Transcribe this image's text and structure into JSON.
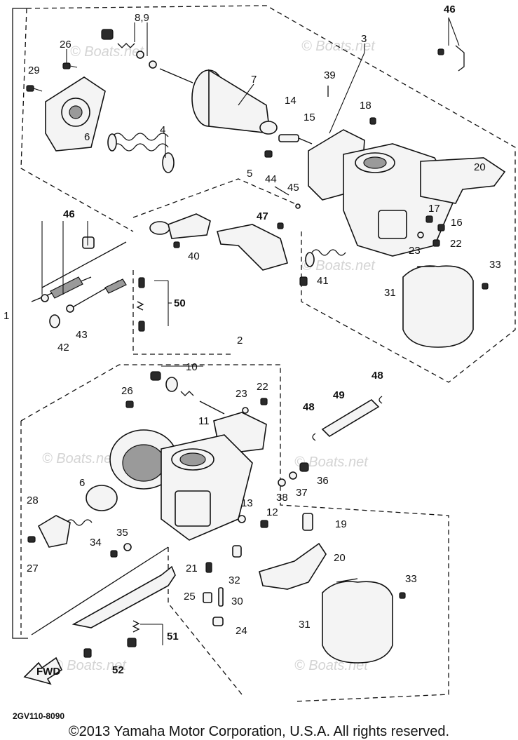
{
  "watermark": "© Boats.net",
  "drawing_code": "2GV110-8090",
  "copyright": "©2013 Yamaha Motor Corporation, U.S.A. All rights reserved.",
  "fwd_label": "FWD",
  "callouts": {
    "c1": "1",
    "c2": "2",
    "c3": "3",
    "c4": "4",
    "c5": "5",
    "c6a": "6",
    "c6b": "6",
    "c7": "7",
    "c89": "8,9",
    "c10": "10",
    "c11": "11",
    "c12": "12",
    "c13": "13",
    "c14": "14",
    "c15": "15",
    "c16": "16",
    "c17": "17",
    "c18": "18",
    "c19": "19",
    "c20a": "20",
    "c20b": "20",
    "c21": "21",
    "c22a": "22",
    "c22b": "22",
    "c23a": "23",
    "c23b": "23",
    "c24": "24",
    "c25": "25",
    "c26a": "26",
    "c26b": "26",
    "c27": "27",
    "c28": "28",
    "c29": "29",
    "c30": "30",
    "c31a": "31",
    "c31b": "31",
    "c32": "32",
    "c33a": "33",
    "c33b": "33",
    "c34": "34",
    "c35": "35",
    "c36": "36",
    "c37": "37",
    "c38": "38",
    "c39": "39",
    "c40": "40",
    "c41": "41",
    "c42": "42",
    "c43": "43",
    "c44": "44",
    "c45": "45",
    "c46a": "46",
    "c46b": "46",
    "c47": "47",
    "c48a": "48",
    "c48b": "48",
    "c49": "49",
    "c50": "50",
    "c51": "51",
    "c52": "52"
  }
}
